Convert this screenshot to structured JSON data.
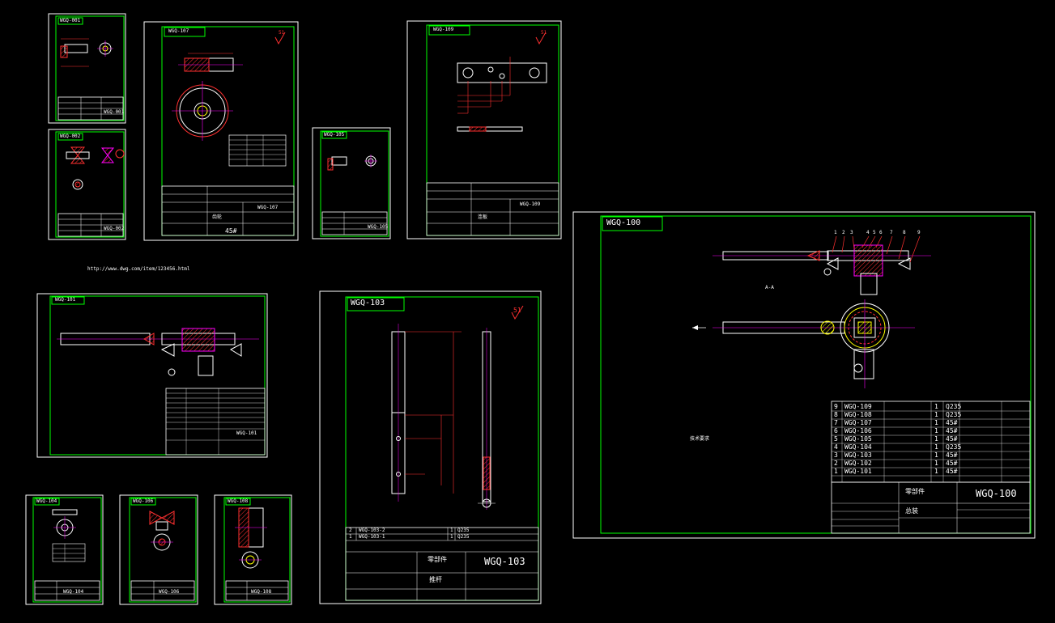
{
  "colors": {
    "background": "#000000",
    "frame": "#ffffff",
    "border": "#00ff00",
    "dimension": "#ff0000",
    "center": "#ff00ff",
    "hatch": "#ffff00"
  },
  "url_text": "http://www.dwg.com/item/123456.html",
  "sheets": {
    "s1": {
      "tag": "WGQ-001",
      "code": "WGQ-001"
    },
    "s2": {
      "tag": "WGQ-002",
      "code": "WGQ-002"
    },
    "s3": {
      "tag": "WGQ-107",
      "code": "WGQ-107",
      "material": "45#",
      "name": "齿轮"
    },
    "s4": {
      "tag": "WGQ-105",
      "code": "WGQ-105"
    },
    "s5": {
      "tag": "WGQ-109",
      "code": "WGQ-109",
      "name": "连板"
    },
    "s6": {
      "tag": "WGQ-101",
      "code": "WGQ-101"
    },
    "s7": {
      "tag": "WGQ-103",
      "code": "WGQ-103",
      "title": "零部件",
      "name": "推杆"
    },
    "s8": {
      "tag": "WGQ-100",
      "code": "WGQ-100",
      "title": "零部件",
      "name": "总装"
    },
    "s9": {
      "tag": "WGQ-104",
      "code": "WGQ-104"
    },
    "s10": {
      "tag": "WGQ-106",
      "code": "WGQ-106"
    },
    "s11": {
      "tag": "WGQ-108",
      "code": "WGQ-108"
    }
  },
  "roughness": "51",
  "s7_rows": [
    {
      "no": "2",
      "code": "WGQ-103-2",
      "qty": "1",
      "mat": "Q235"
    },
    {
      "no": "1",
      "code": "WGQ-103-1",
      "qty": "1",
      "mat": "Q235"
    }
  ],
  "s8_rows": [
    {
      "no": "9",
      "code": "WGQ-109",
      "qty": "1",
      "mat": "Q235"
    },
    {
      "no": "8",
      "code": "WGQ-108",
      "qty": "1",
      "mat": "Q235"
    },
    {
      "no": "7",
      "code": "WGQ-107",
      "qty": "1",
      "mat": "45#"
    },
    {
      "no": "6",
      "code": "WGQ-106",
      "qty": "1",
      "mat": "45#"
    },
    {
      "no": "5",
      "code": "WGQ-105",
      "qty": "1",
      "mat": "45#"
    },
    {
      "no": "4",
      "code": "WGQ-104",
      "qty": "1",
      "mat": "Q235"
    },
    {
      "no": "3",
      "code": "WGQ-103",
      "qty": "1",
      "mat": "45#"
    },
    {
      "no": "2",
      "code": "WGQ-102",
      "qty": "1",
      "mat": "45#"
    },
    {
      "no": "1",
      "code": "WGQ-101",
      "qty": "1",
      "mat": "45#"
    }
  ],
  "balloons": [
    "1",
    "2",
    "3",
    "4",
    "5",
    "6",
    "7",
    "8",
    "9"
  ],
  "view_label": "A-A",
  "notes_label": "技术要求"
}
